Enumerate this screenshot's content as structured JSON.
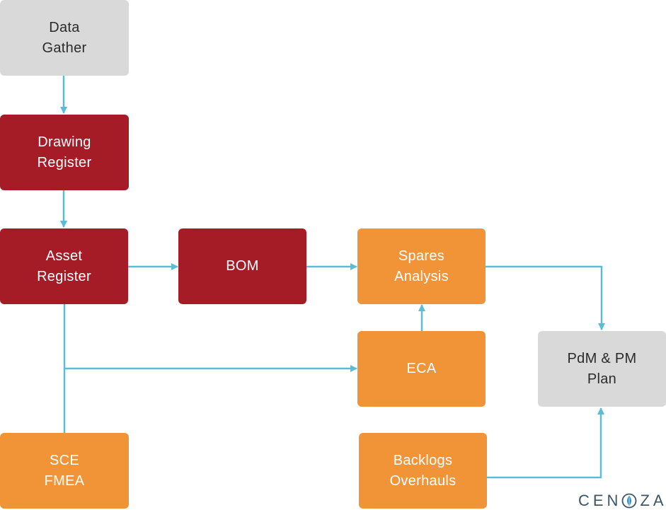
{
  "colors": {
    "grey": "#d9d9d9",
    "red": "#a51c27",
    "orange": "#f09437",
    "connector": "#5bbcd6",
    "brand": "#3d5566"
  },
  "nodes": {
    "data_gather": [
      "Data",
      "Gather"
    ],
    "drawing_register": [
      "Drawing",
      "Register"
    ],
    "asset_register": [
      "Asset",
      "Register"
    ],
    "bom": [
      "BOM"
    ],
    "spares_analysis": [
      "Spares",
      "Analysis"
    ],
    "eca": [
      "ECA"
    ],
    "pdm_pm_plan": [
      "PdM & PM",
      "Plan"
    ],
    "sce_fmea": [
      "SCE",
      "FMEA"
    ],
    "backlogs_overhauls": [
      "Backlogs",
      "Overhauls"
    ]
  },
  "edges": [
    {
      "from": "data_gather",
      "to": "drawing_register"
    },
    {
      "from": "drawing_register",
      "to": "asset_register"
    },
    {
      "from": "asset_register",
      "to": "bom"
    },
    {
      "from": "bom",
      "to": "spares_analysis"
    },
    {
      "from": "eca",
      "to": "spares_analysis"
    },
    {
      "from": "spares_analysis",
      "to": "pdm_pm_plan"
    },
    {
      "from": "asset_register",
      "to": "eca"
    },
    {
      "from": "sce_fmea",
      "to": "asset_register"
    },
    {
      "from": "backlogs_overhauls",
      "to": "pdm_pm_plan"
    }
  ],
  "brand": {
    "left": "CEN",
    "right": "ZAI",
    "logo_icon": "leaf-o-icon"
  }
}
